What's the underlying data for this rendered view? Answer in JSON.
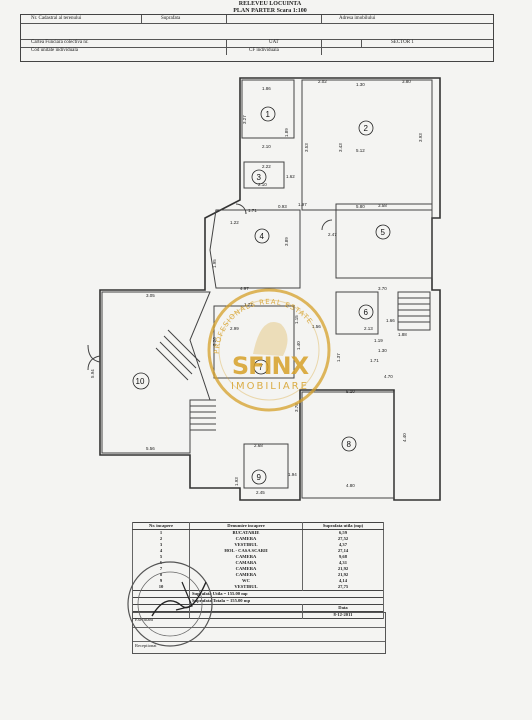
{
  "header": {
    "title_line1": "RELEVEU LOCUINTA",
    "title_line2": "PLAN PARTER Scara 1:100",
    "cells": {
      "nr_cadastral": "Nr. Cadastral al terenului",
      "suprafata": "Suprafata",
      "adresa": "Adresa imobilului",
      "carte_funciara": "Cartea Funciara colectiva nr.",
      "uat": "UAT",
      "sector": "SECTOR 1",
      "cod_unitate": "Cod unitate individuala",
      "cf_individuala": "CF individuala"
    }
  },
  "plan": {
    "rooms": [
      "1",
      "2",
      "3",
      "4",
      "5",
      "6",
      "7",
      "8",
      "9",
      "10"
    ],
    "dimensions": {
      "r1_top": "1.86",
      "r1_side": "3.27",
      "r1_bottom": "2.10",
      "r1_right": "1.89",
      "r2_top_left": "2.02",
      "r2_top_right": "1.30",
      "r2_top": "3.80",
      "r2_mid": "5.12",
      "r2_side": "3.93",
      "r2_bottom": "5.80",
      "r2_left": "3.53",
      "r2_inner": "3.43",
      "r3_top": "2.22",
      "r3_bottom": "2.10",
      "r3_right": "1.62",
      "r3_a": "1.71",
      "r3_b": "0.93",
      "r4_a": "1.22",
      "r4_b": "1.97",
      "r4_c": "1.95",
      "r4_d": "3.89",
      "r4_e": "4.97",
      "r4_f": "2.47",
      "r5_top": "3.58",
      "r5_bottom": "3.70",
      "r6_a": "2.13",
      "r6_b": "1.19",
      "r6_c": "1.66",
      "r6_d": "1.88",
      "r6_e": "1.37",
      "r7_top": "1.77",
      "r7_a": "1.15",
      "r7_b": "1.56",
      "r7_c": "3.26",
      "r7_d": "1.40",
      "r7_e": "2.99",
      "r8_top": "5.10",
      "r8_side": "4.40",
      "r8_bottom": "4.80",
      "r8_left": "3.78",
      "r9_top": "2.68",
      "r9_bottom": "2.45",
      "r9_left": "1.93",
      "r9_right": "1.94",
      "r10_top": "3.05",
      "r10_side": "5.94",
      "r10_bottom": "5.56",
      "misc_a": "4.70",
      "misc_b": "1.71",
      "misc_c": "1.30"
    }
  },
  "watermark": {
    "arc_text": "PROFESIONALS REAL ESTATE",
    "brand": "SFINX",
    "sub": "IMOBILIARE"
  },
  "table": {
    "headers": [
      "Nr. incapere",
      "Denumire incapere",
      "Suprafata utila (mp)"
    ],
    "rows": [
      [
        "1",
        "BUCATARIE",
        "6,59"
      ],
      [
        "2",
        "CAMERA",
        "27,52"
      ],
      [
        "3",
        "VESTIBUL",
        "4,37"
      ],
      [
        "4",
        "HOL - CASA SCARII",
        "27,14"
      ],
      [
        "5",
        "CAMERA",
        "9,68"
      ],
      [
        "6",
        "CAMARA",
        "4,31"
      ],
      [
        "7",
        "CAMERA",
        "21,92"
      ],
      [
        "8",
        "CAMERA",
        "21,92"
      ],
      [
        "9",
        "WC",
        "4,14"
      ],
      [
        "10",
        "VESTIBUL",
        "27,75"
      ]
    ],
    "su_label": "Suprafata Utila = 155.00 mp",
    "st_label": "Suprafata Totala = 155.00 mp",
    "date_label": "Data",
    "date_value": "8-12-2011"
  },
  "footer_box": {
    "executant": "Executant",
    "receptionat": "Receptionat"
  }
}
